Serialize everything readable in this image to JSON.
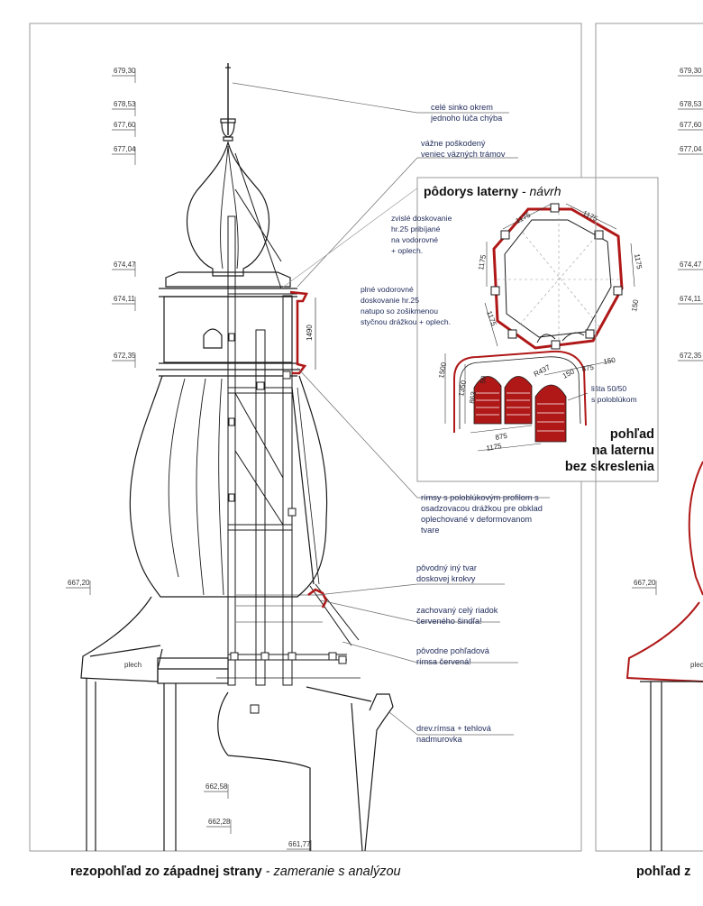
{
  "left_sheet": {
    "levels": [
      "679,30",
      "678,53",
      "677,60",
      "677,04",
      "674,47",
      "674,11",
      "672,35",
      "667,20",
      "662,58",
      "662,28",
      "661,77"
    ],
    "material_label": "plech",
    "annotations": {
      "a1": [
        "celé sinko okrem",
        "jednoho lúča chýba"
      ],
      "a2": [
        "vážne poškodený",
        "veniec väzných trámov"
      ],
      "a3": [
        "rímsy s poloblúkovým profilom s",
        "osadzovacou drážkou pre obklad",
        "oplechované v deformovanom",
        "tvare"
      ],
      "a4": [
        "pôvodný iný tvar",
        "doskovej krokvy"
      ],
      "a5": [
        "zachovaný celý riadok",
        "červeného šindľa!"
      ],
      "a6": [
        "pôvodne pohľadová",
        "rímsa červená!"
      ],
      "a7": [
        "drev.rímsa + tehlová",
        "nadmurovka"
      ]
    },
    "dimension_1490": "1490"
  },
  "inset": {
    "title_bold": "pôdorys laterny",
    "title_sep": " - ",
    "title_italic": "návrh",
    "note_1": [
      "zvislé doskovanie",
      "hr.25 pribíjané",
      "na vodorovné",
      "+ oplech."
    ],
    "note_2": [
      "plné vodorovné",
      "doskovanie hr.25",
      "natupo so zošikmenou",
      "styčnou drážkou + oplech."
    ],
    "dims": {
      "top_left": "1175",
      "top_right": "1175",
      "left_upper": "1175",
      "right_upper": "1175",
      "right_mid": "150",
      "left_lower": "1175",
      "d1500": "1500",
      "d1350": "1350",
      "d863": "863",
      "d50": "50",
      "r437": "R437",
      "d150a": "150",
      "d875a": "875",
      "d150b": "150",
      "d875b": "875",
      "d1175b": "1175"
    },
    "lista": [
      "lišta 50/50",
      "s poloblúkom"
    ],
    "view_label": [
      "pohľad",
      "na laternu",
      "bez skreslenia"
    ]
  },
  "right_sheet": {
    "levels": [
      "679,30",
      "678,53",
      "677,60",
      "677,04",
      "674,47",
      "674,11",
      "672,35",
      "667,20"
    ],
    "material_label": "plech"
  },
  "captions": {
    "left_bold": "rezopohľad zo západnej strany",
    "left_sep": " - ",
    "left_italic": "zameranie s analýzou",
    "right_bold": "pohľad z"
  },
  "colors": {
    "ink": "#1a1a1a",
    "red": "#b01818",
    "annotation": "#1f2a5a"
  }
}
